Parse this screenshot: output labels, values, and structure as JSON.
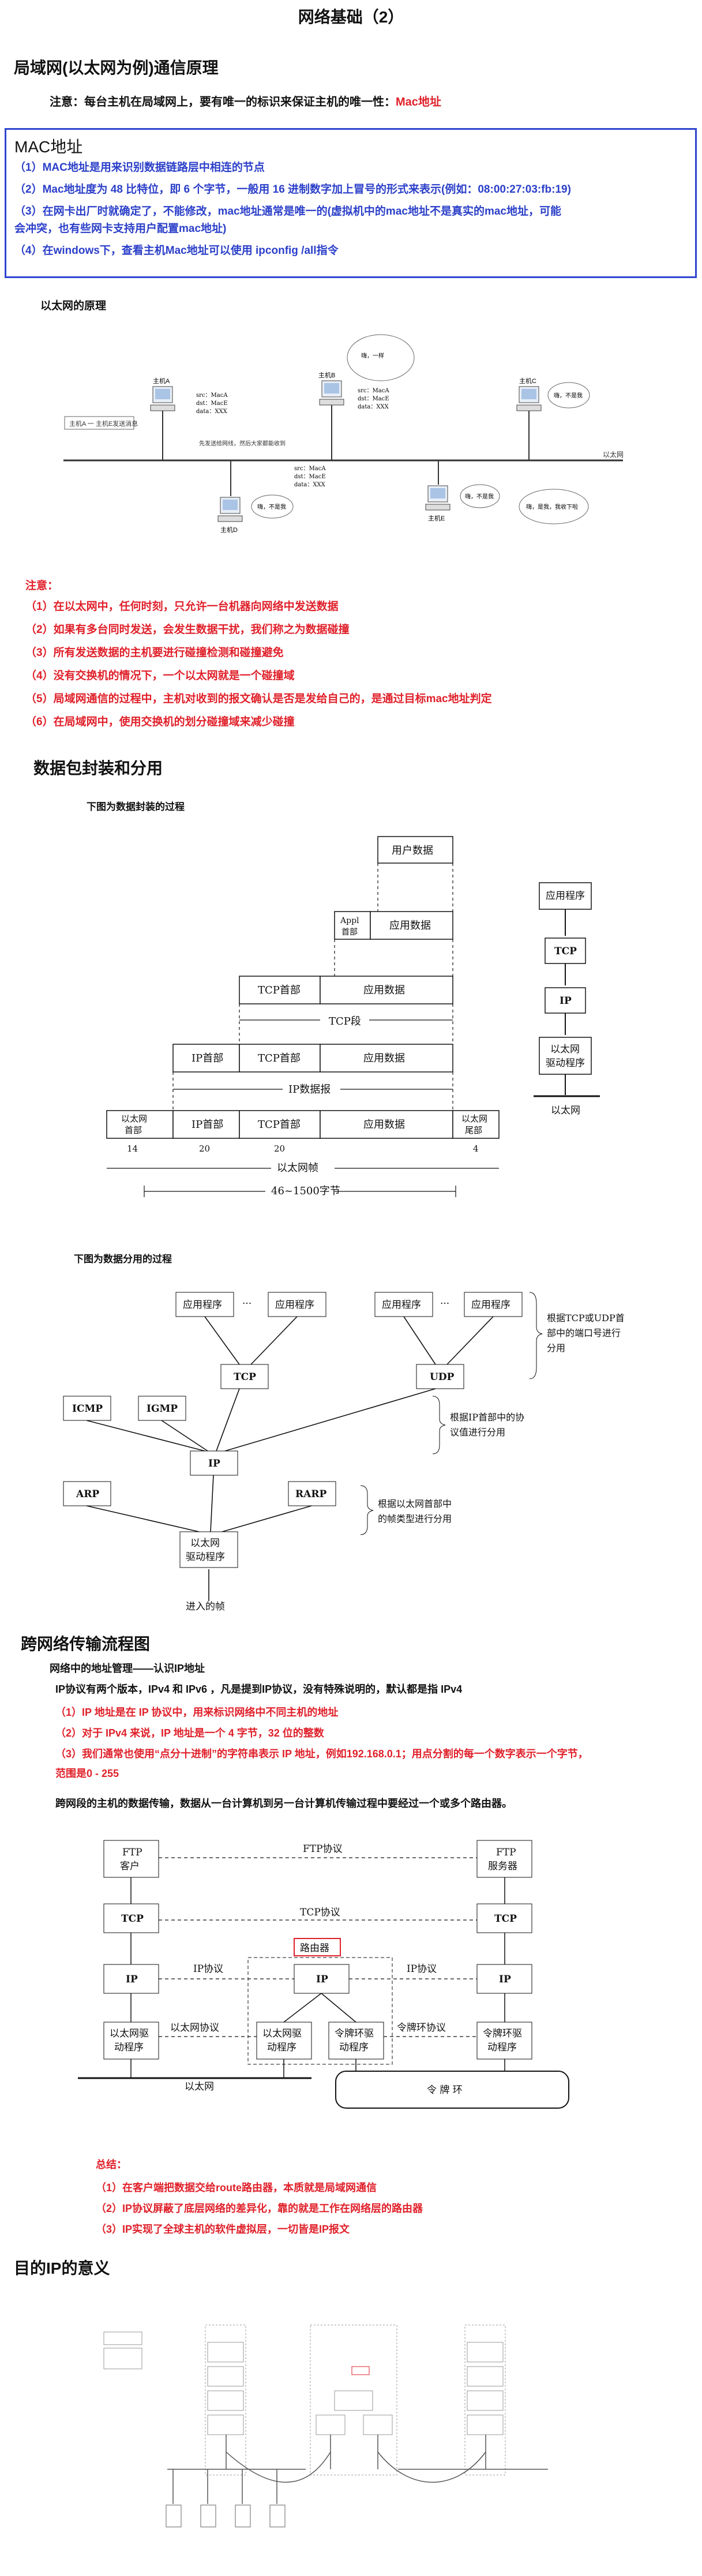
{
  "page": {
    "title": "网络基础（2）"
  },
  "lan": {
    "heading": "局域网(以太网为例)通信原理",
    "note_prefix": "注意：每台主机在局域网上，要有唯一的标识来保证主机的唯一性：",
    "note_highlight": "Mac地址"
  },
  "mac": {
    "heading": "MAC地址",
    "lines": [
      "（1）MAC地址是用来识别数据链路层中相连的节点",
      "（2）Mac地址度为 48 比特位，即 6 个字节，一般用 16 进制数字加上冒号的形式来表示(例如：08:00:27:03:fb:19)",
      "（3）在网卡出厂时就确定了，不能修改，mac地址通常是唯一的(虚拟机中的mac地址不是真实的mac地址，可能",
      "会冲突，也有些网卡支持用户配置mac地址)",
      "（4）在windows下，查看主机Mac地址可以使用 ipconfig /all指令"
    ]
  },
  "ethernet": {
    "subheading": "以太网的原理",
    "bus_label": "以太网",
    "left_box": "主机A 一 主机E发送消息",
    "pc_labels": [
      "主机A",
      "主机B",
      "主机C",
      "主机D",
      "主机E"
    ],
    "frame1": [
      "src：MacA",
      "dst：MacE",
      "data：XXX"
    ],
    "frame2": [
      "src：MacA",
      "dst：MacE",
      "data：XXX"
    ],
    "frame3": [
      "src：MacA",
      "dst：MacE",
      "data：XXX"
    ],
    "bubbles": [
      "嗨，不是我",
      "嗨，一样",
      "嗨，不是我",
      "嗨，不是我",
      "嗨，是我，我收下啦"
    ],
    "center_caption": "先发送给网线，然后大家都能收到"
  },
  "notes1": {
    "label": "注意：",
    "lines": [
      "（1）在以太网中，任何时刻，只允许一台机器向网络中发送数据",
      "（2）如果有多台同时发送，会发生数据干扰，我们称之为数据碰撞",
      "（3）所有发送数据的主机要进行碰撞检测和碰撞避免",
      "（4）没有交换机的情况下，一个以太网就是一个碰撞域",
      "（5）局域网通信的过程中，主机对收到的报文确认是否是发给自己的，是通过目标mac地址判定",
      "（6）在局域网中，使用交换机的划分碰撞域来减少碰撞"
    ]
  },
  "encap": {
    "heading": "数据包封装和分用",
    "caption_encap": "下图为数据封装的过程",
    "user_data": "用户数据",
    "app_hdr": [
      "Appl",
      "首部"
    ],
    "app_data": "应用数据",
    "tcp_hdr": "TCP首部",
    "tcp_seg": "TCP段",
    "ip_hdr": "IP首部",
    "ip_dgram": "IP数据报",
    "eth_hdr": [
      "以太网",
      "首部"
    ],
    "eth_tail": [
      "以太网",
      "尾部"
    ],
    "nums": [
      "14",
      "20",
      "20",
      "4"
    ],
    "eth_frame": "以太网帧",
    "frame_len": "46~1500字节",
    "stack": [
      "应用程序",
      "TCP",
      "IP",
      "以太网",
      "驱动程序"
    ],
    "stack_bottom": "以太网",
    "caption_demux": "下图为数据分用的过程",
    "demux_apps": [
      "应用程序",
      "···",
      "应用程序",
      "应用程序",
      "···",
      "应用程序"
    ],
    "demux_mid": [
      "TCP",
      "UDP",
      "ICMP",
      "IGMP",
      "IP",
      "ARP",
      "RARP"
    ],
    "demux_driver": [
      "以太网",
      "驱动程序"
    ],
    "demux_in": "进入的帧",
    "demux_note1": [
      "根据TCP或UDP首",
      "部中的端口号进行",
      "分用"
    ],
    "demux_note2": [
      "根据IP首部中的协",
      "议值进行分用"
    ],
    "demux_note3": [
      "根据以太网首部中",
      "的帧类型进行分用"
    ]
  },
  "cross": {
    "heading": "跨网络传输流程图",
    "ip_title": "网络中的地址管理——认识IP地址",
    "ip_intro": "IP协议有两个版本，IPv4 和 IPv6 ，凡是提到IP协议，没有特殊说明的，默认都是指 IPv4",
    "ip_lines": [
      "（1）IP 地址是在 IP 协议中，用来标识网络中不同主机的地址",
      "（2）对于 IPv4 来说，IP 地址是一个 4 字节，32 位的整数",
      "（3）我们通常也使用“点分十进制”的字符串表示 IP 地址，例如192.168.0.1；用点分割的每一个数字表示一个字节，",
      "范围是0 - 255"
    ],
    "route_line": "跨网段的主机的数据传输，数据从一台计算机到另一台计算机传输过程中要经过一个或多个路由器。",
    "diagram": {
      "ftp_client": [
        "FTP",
        "客户"
      ],
      "ftp_server": [
        "FTP",
        "服务器"
      ],
      "ftp_proto": "FTP协议",
      "tcp": "TCP",
      "tcp_proto": "TCP协议",
      "ip": "IP",
      "ip_proto": "IP协议",
      "router": "路由器",
      "eth_driver": [
        "以太网驱",
        "动程序"
      ],
      "eth_proto": "以太网协议",
      "token_driver": [
        "令牌环驱",
        "动程序"
      ],
      "token_proto": "令牌环协议",
      "ethernet": "以太网",
      "token_ring": "令 牌 环"
    }
  },
  "summary": {
    "label": "总结：",
    "lines": [
      "（1）在客户端把数据交给route路由器，本质就是局域网通信",
      "（2）IP协议屏蔽了底层网络的差异化，靠的就是工作在网络层的路由器",
      "（3）IP实现了全球主机的软件虚拟层，一切皆是IP报文"
    ]
  },
  "purpose": {
    "heading": "目的IP的意义"
  }
}
